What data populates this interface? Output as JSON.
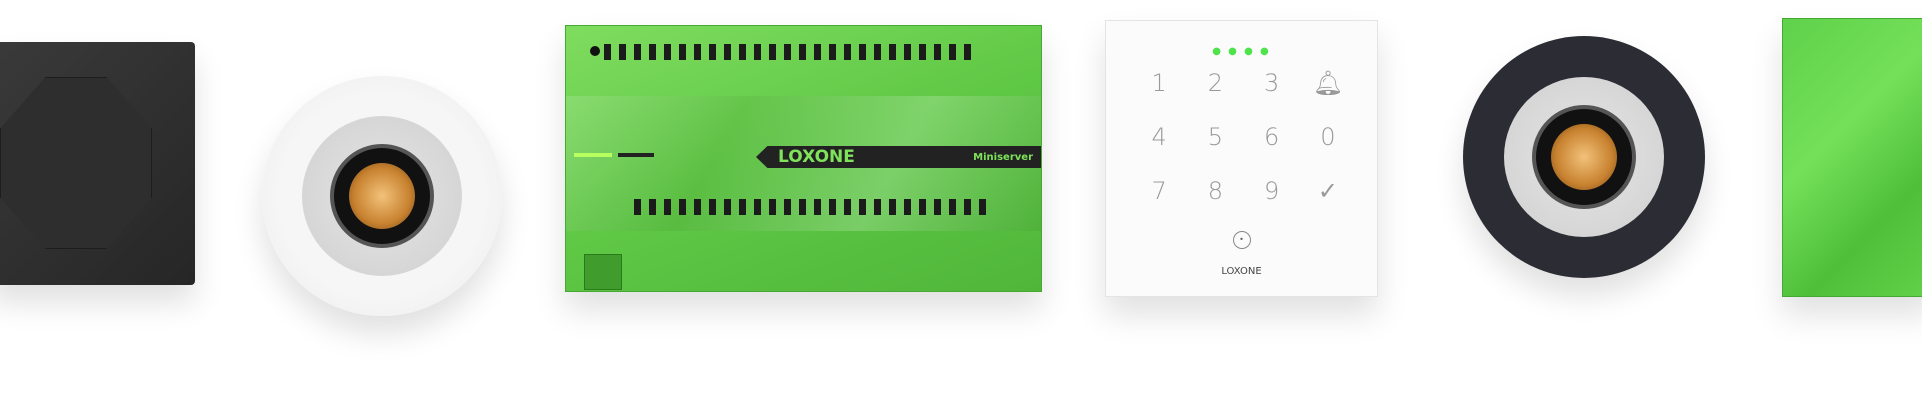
{
  "products": {
    "switch": {
      "color": "#2a2a2a"
    },
    "spotlight_white": {
      "color": "#f4f4f4"
    },
    "miniserver": {
      "brand": "LOXONE",
      "model": "Miniserver",
      "color": "#6ad24f"
    },
    "keypad": {
      "leds": "● ● ● ●",
      "keys": [
        "1",
        "2",
        "3",
        "🔔︎",
        "4",
        "5",
        "6",
        "0",
        "7",
        "8",
        "9",
        "✓"
      ],
      "nfc": "•",
      "brand": "LOXONE"
    },
    "spotlight_black": {
      "color": "#23232a"
    },
    "tile": {
      "color": "#62d24a"
    }
  }
}
